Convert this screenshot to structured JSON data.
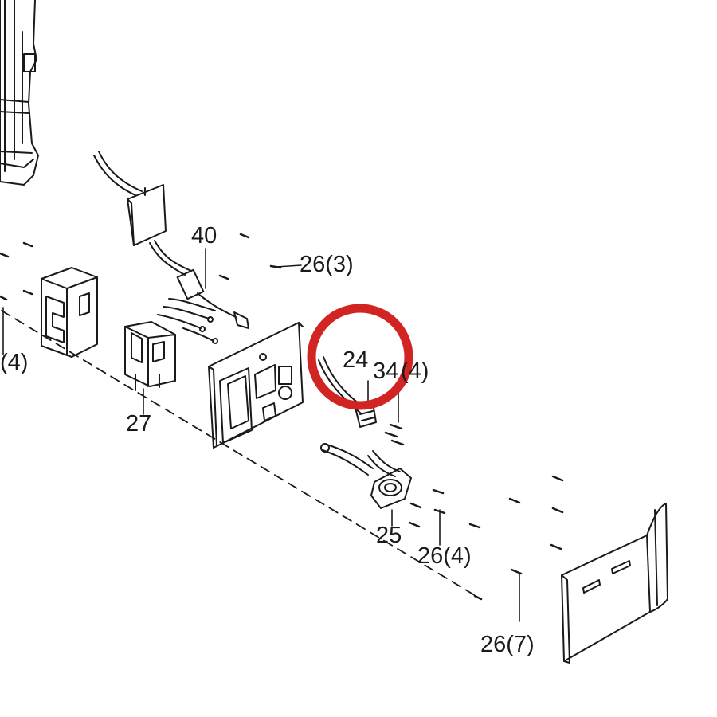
{
  "diagram": {
    "callouts": {
      "part_40": "40",
      "part_26_3": "26(3)",
      "part_4_left": "(4)",
      "part_27": "27",
      "part_24": "24",
      "part_34": "34",
      "part_4_right": "(4)",
      "part_25": "25",
      "part_26_4": "26(4)",
      "part_26_7": "26(7)"
    },
    "highlight": {
      "color": "#d32424",
      "target": "24"
    },
    "line_color": "#1a1a1a"
  }
}
